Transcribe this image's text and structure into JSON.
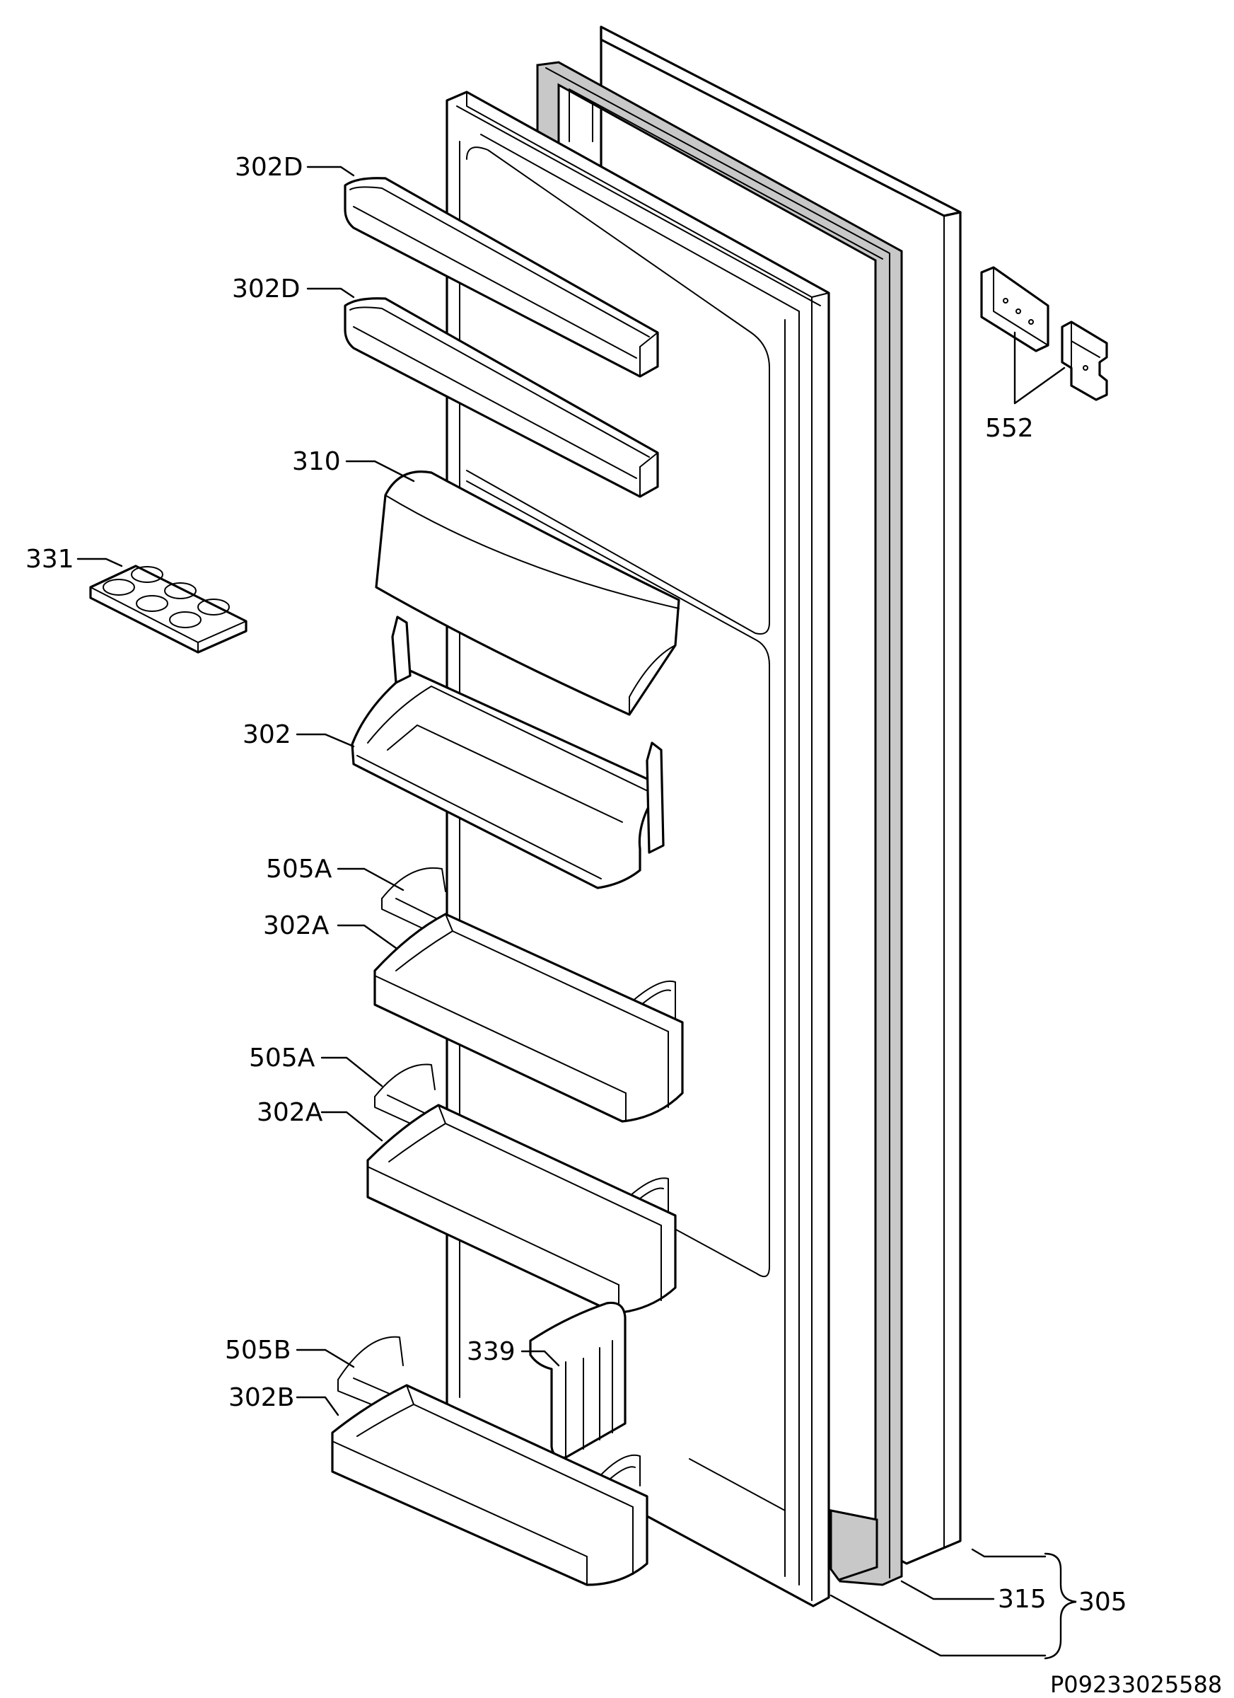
{
  "labels": {
    "shelf_top_1": "302D",
    "shelf_top_2": "302D",
    "cover": "310",
    "egg_tray": "331",
    "shelf_main": "302",
    "rail_1": "505A",
    "shelf_a1": "302A",
    "rail_2": "505A",
    "shelf_a2": "302A",
    "rail_b": "505B",
    "shelf_b": "302B",
    "divider": "339",
    "hinge": "552",
    "gasket": "315",
    "door_assembly": "305"
  },
  "drawing_code": "P09233025588"
}
